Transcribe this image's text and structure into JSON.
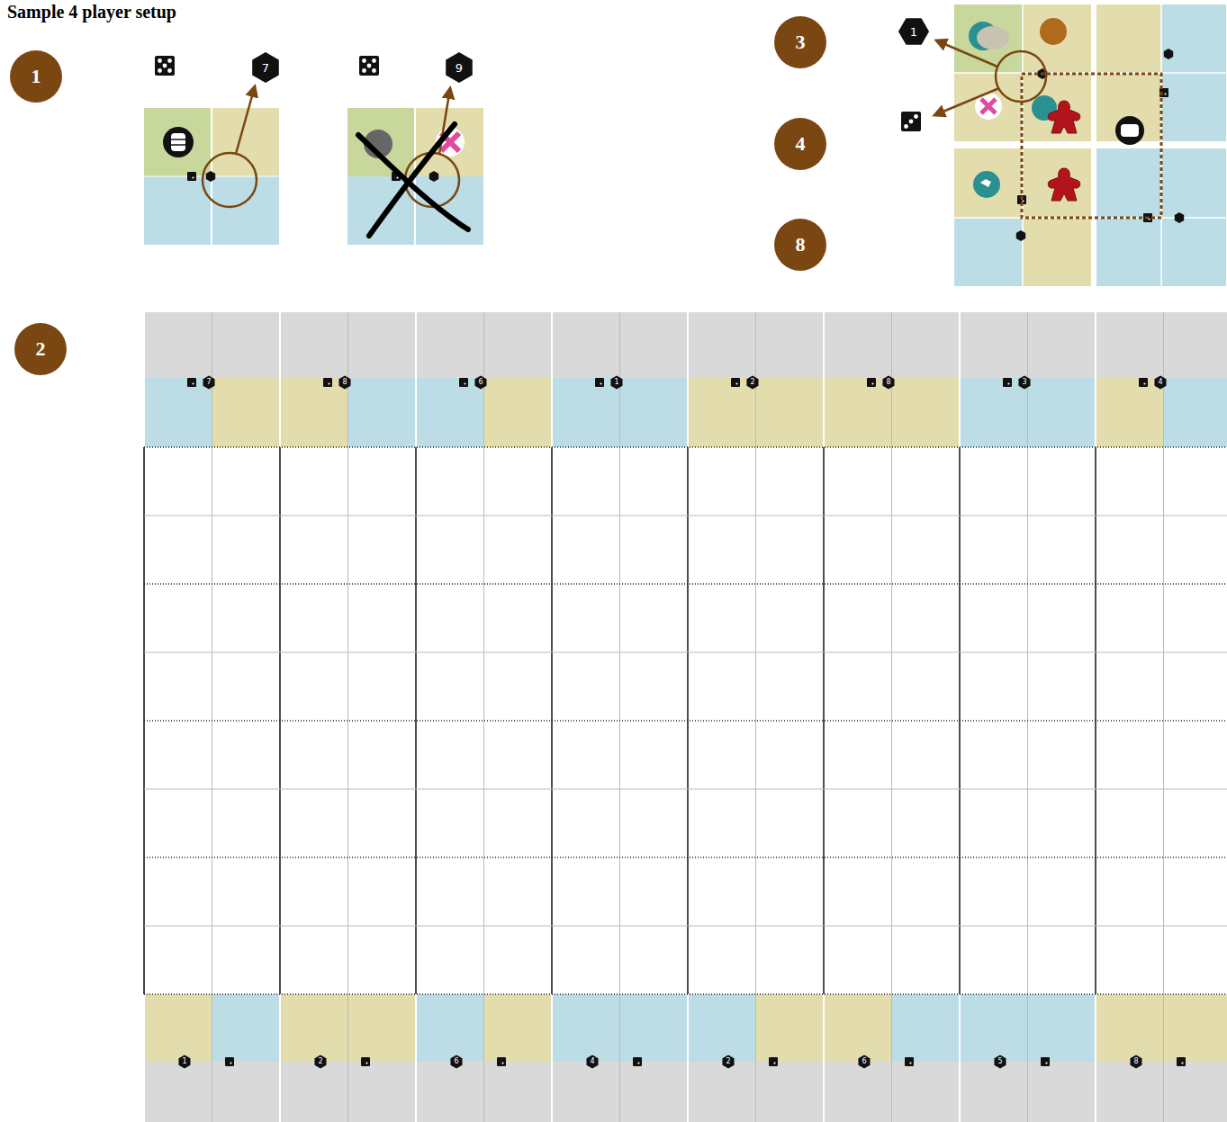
{
  "diagram": {
    "title": "Sample 4 player setup",
    "nodes": [
      {
        "text": [
          "1"
        ]
      },
      {
        "text": [
          "3"
        ]
      },
      {
        "text": [
          "4"
        ]
      },
      {
        "text": [
          "8"
        ]
      },
      {
        "text": [
          "2"
        ]
      }
    ],
    "labels": [
      "7",
      "9",
      "1",
      "7",
      "8",
      "6",
      "1",
      "2",
      "8",
      "3",
      "4",
      "1",
      "2",
      "6",
      "4",
      "2",
      "6",
      "5",
      "8"
    ]
  }
}
